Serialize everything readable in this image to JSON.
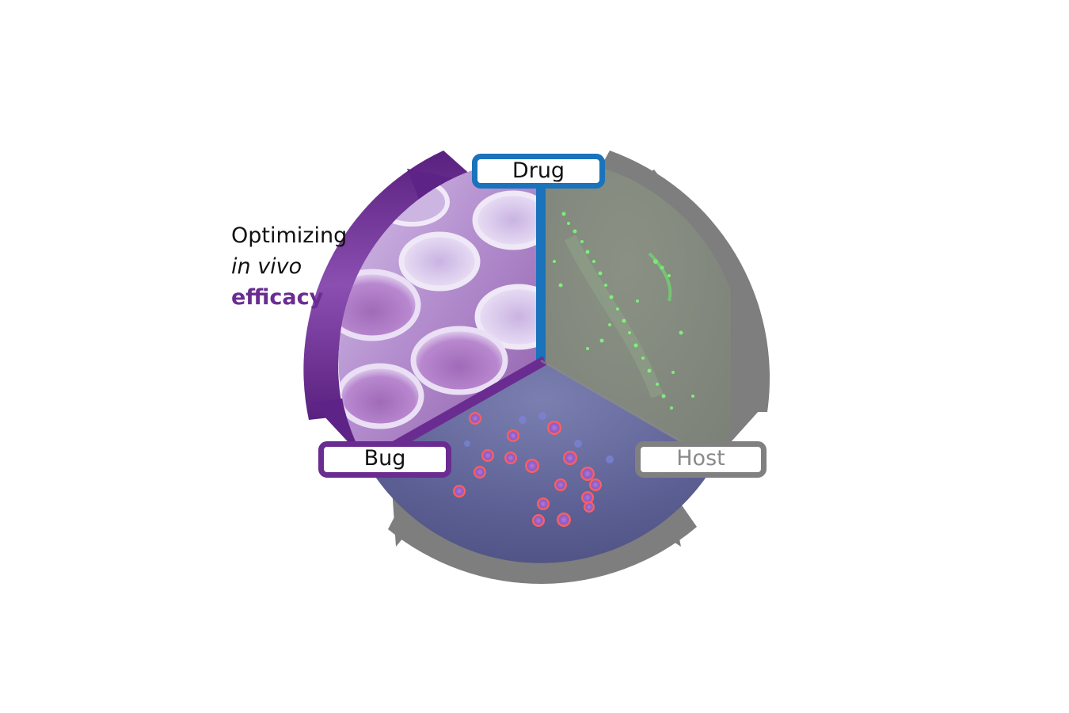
{
  "colors": {
    "drug": "#1a73bb",
    "bug": "#6a2c91",
    "host": "#808080",
    "host_text": "#8a8a8a",
    "efficacy": "#6a2c91",
    "caption_text": "#111111"
  },
  "caption": {
    "line1": "Optimizing",
    "line2": "in vivo",
    "line3": "efficacy"
  },
  "nodes": {
    "drug": "Drug",
    "bug": "Bug",
    "host": "Host"
  },
  "sectors": [
    {
      "name": "plate-wells-image",
      "description_icon": "well-plate"
    },
    {
      "name": "fluorescent-host-image",
      "description_icon": "microscopy-green"
    },
    {
      "name": "fluorescent-cells-image",
      "description_icon": "microscopy-cells"
    }
  ]
}
